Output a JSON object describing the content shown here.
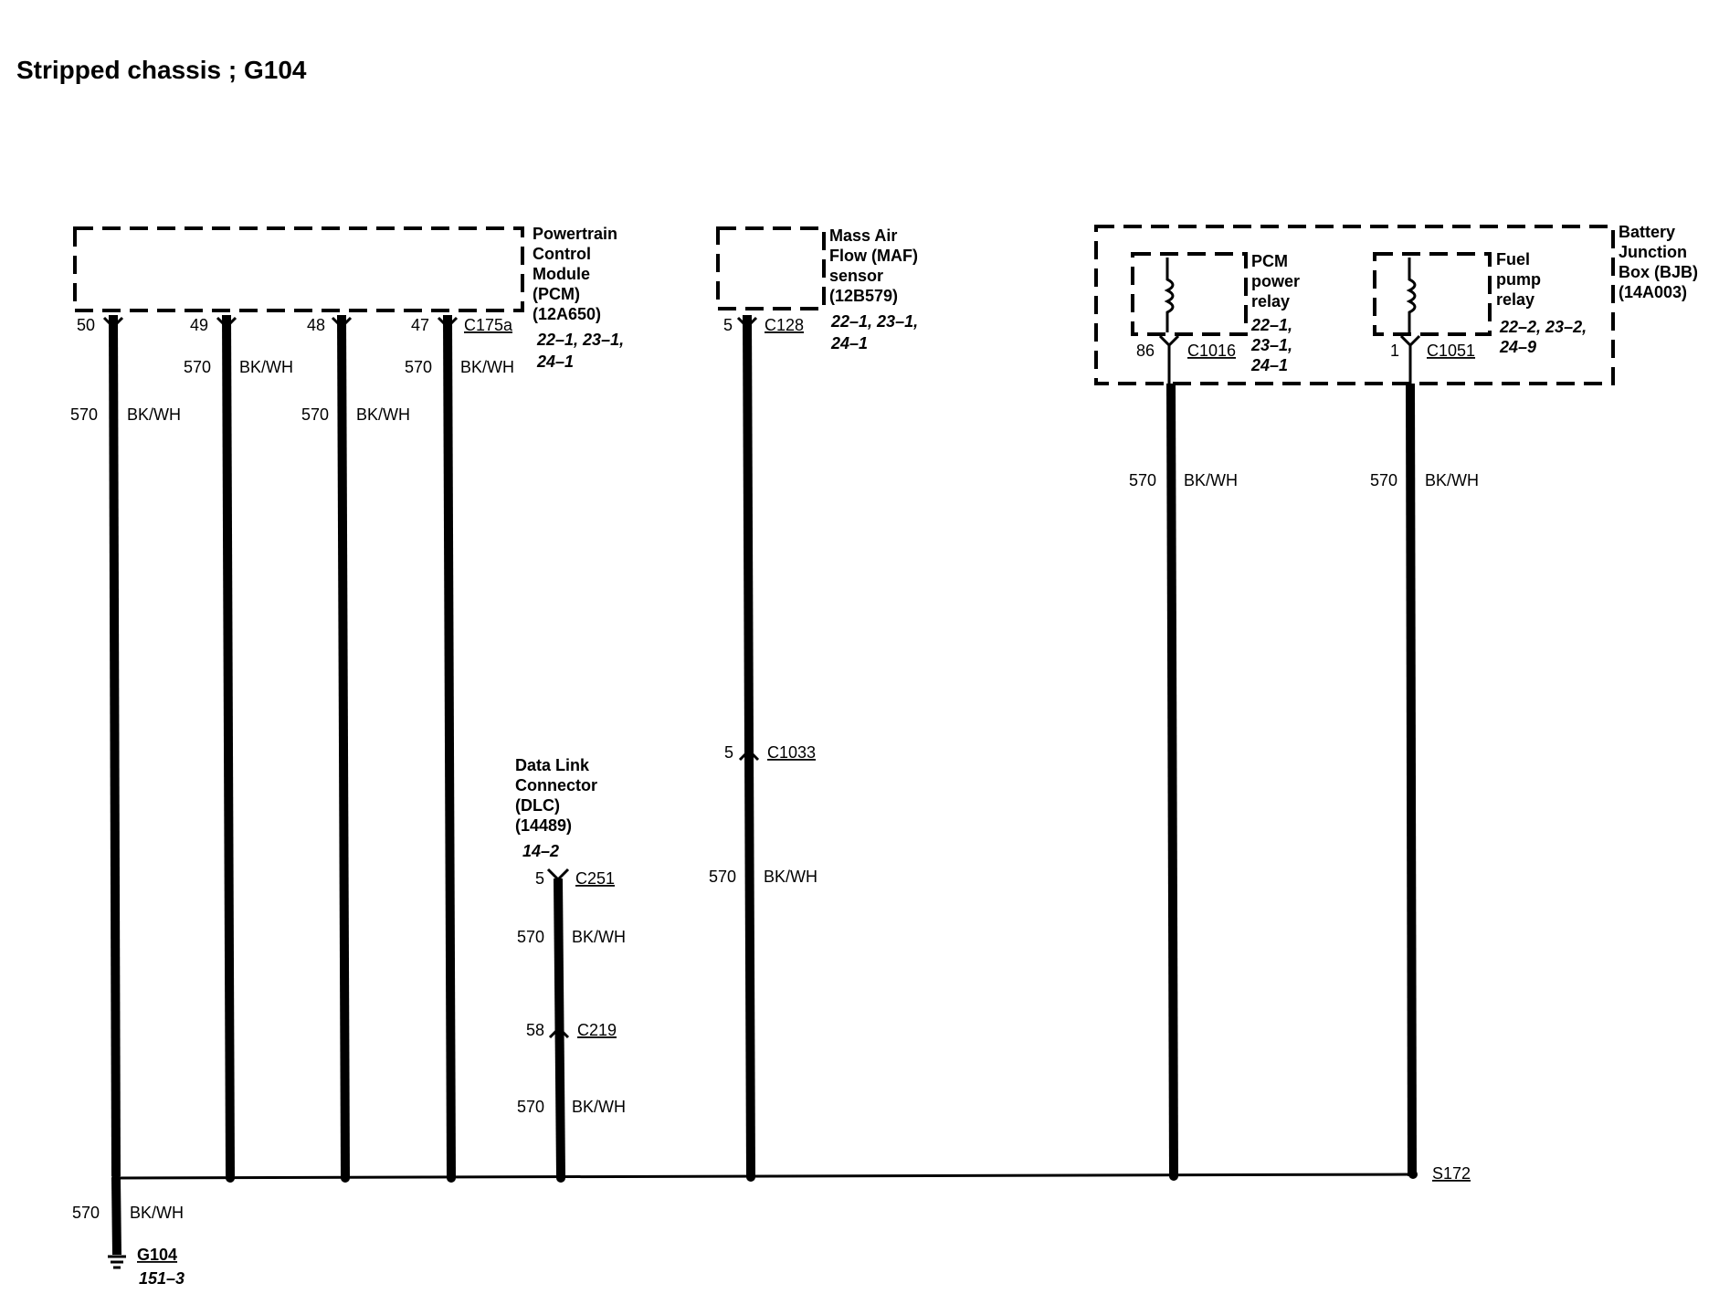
{
  "title": "Stripped chassis ; G104",
  "wire": {
    "circuit": "570",
    "color": "BK/WH"
  },
  "pcm": {
    "name_lines": [
      "Powertrain",
      "Control",
      "Module",
      "(PCM)",
      "(12A650)"
    ],
    "refs": [
      "22–1, 23–1,",
      "24–1"
    ],
    "connector": "C175a",
    "pins": [
      "50",
      "49",
      "48",
      "47"
    ]
  },
  "maf": {
    "name_lines": [
      "Mass Air",
      "Flow (MAF)",
      "sensor",
      "(12B579)"
    ],
    "refs": [
      "22–1, 23–1,",
      "24–1"
    ],
    "connector": "C128",
    "pin": "5",
    "inline_connector": "C1033",
    "inline_pin": "5"
  },
  "dlc": {
    "name_lines": [
      "Data Link",
      "Connector",
      "(DLC)",
      "(14489)"
    ],
    "ref": "14–2",
    "connector": "C251",
    "pin": "5",
    "inline_connector": "C219",
    "inline_pin": "58"
  },
  "bjb": {
    "name_lines": [
      "Battery",
      "Junction",
      "Box (BJB)",
      "(14A003)"
    ],
    "pcm_relay": {
      "name_lines": [
        "PCM",
        "power",
        "relay"
      ],
      "refs": [
        "22–1,",
        "23–1,",
        "24–1"
      ],
      "connector": "C1016",
      "pin": "86"
    },
    "fuel_relay": {
      "name_lines": [
        "Fuel",
        "pump",
        "relay"
      ],
      "refs": [
        "22–2, 23–2,",
        "24–9"
      ],
      "connector": "C1051",
      "pin": "1"
    }
  },
  "splice": "S172",
  "ground": {
    "name": "G104",
    "ref": "151–3"
  }
}
